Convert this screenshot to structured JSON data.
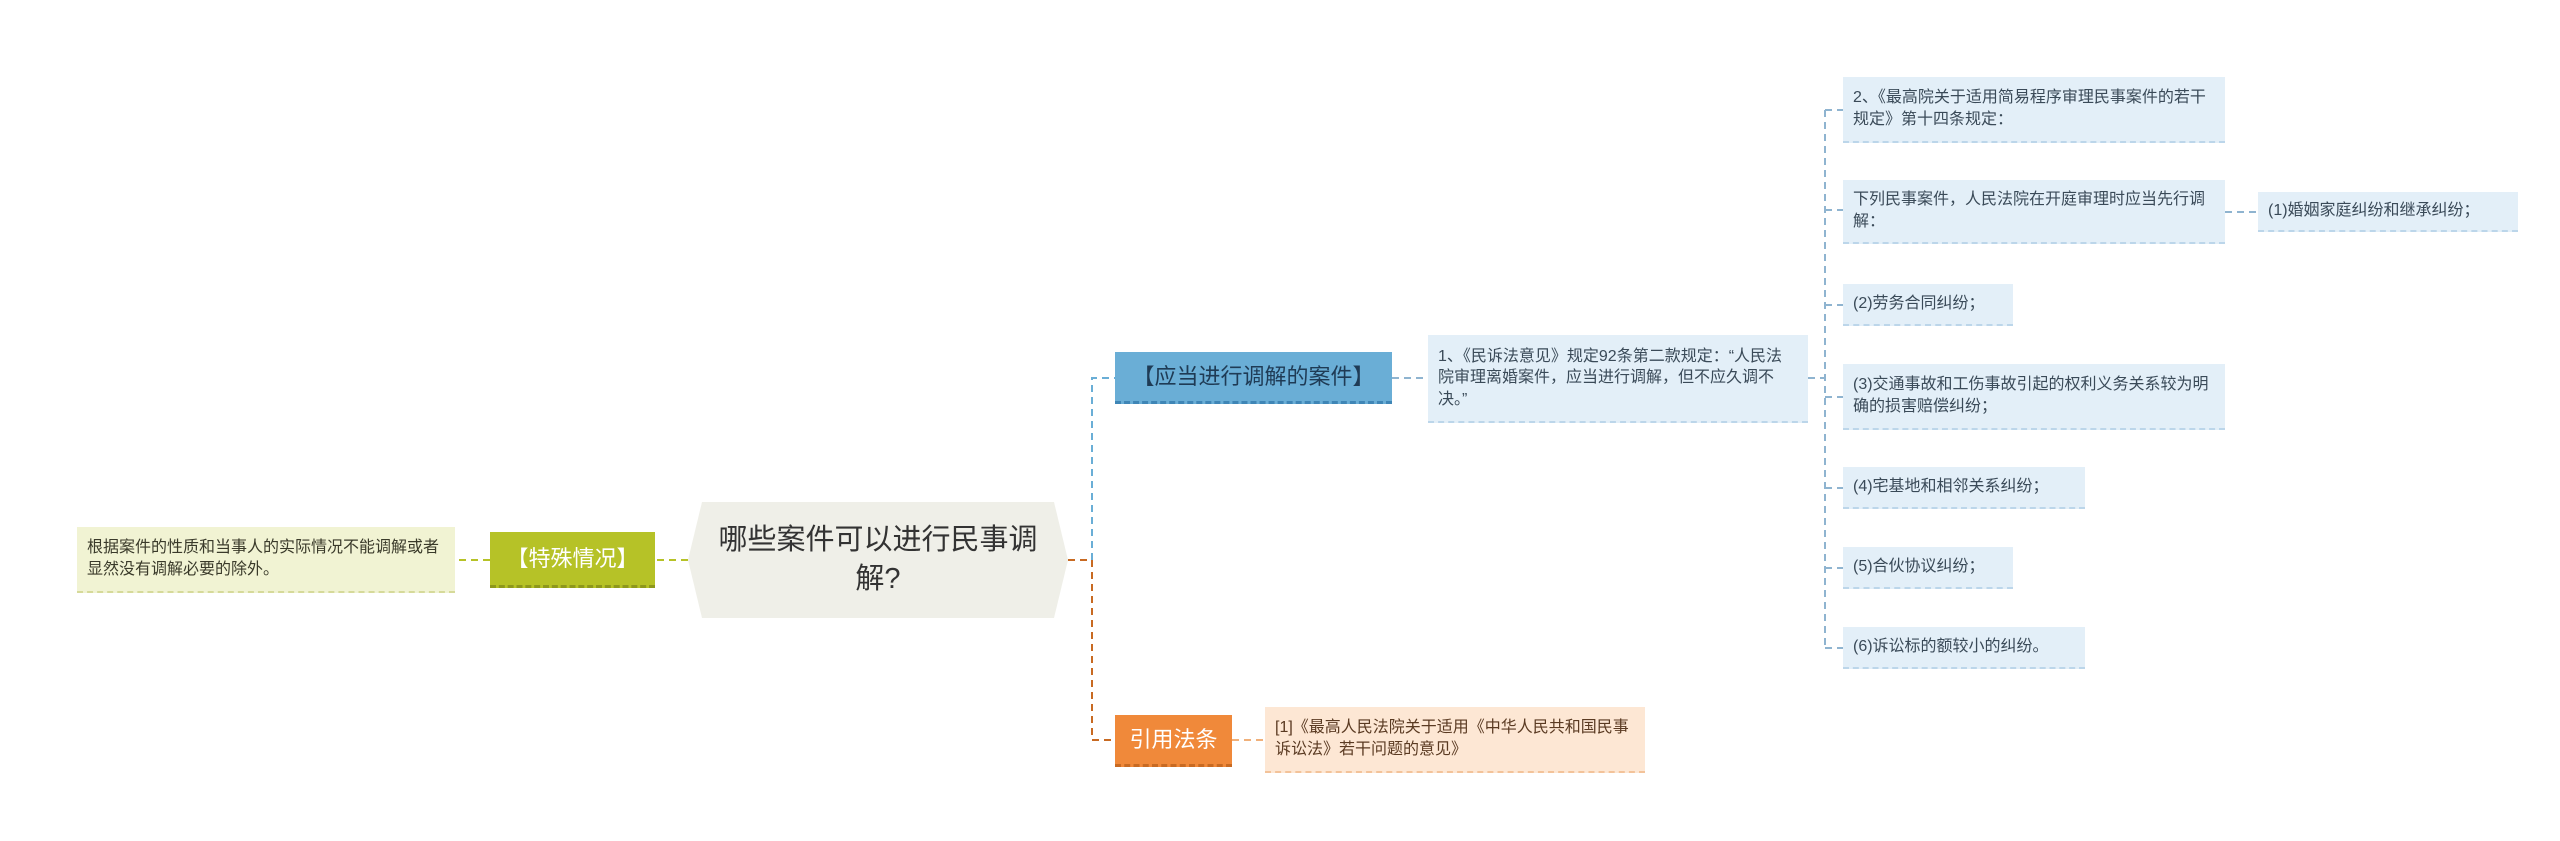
{
  "root": {
    "label": "哪些案件可以进行民事调解?"
  },
  "branches": {
    "should_mediate": {
      "label": "【应当进行调解的案件】",
      "child": "1、《民诉法意见》规定92条第二款规定：“人民法院审理离婚案件，应当进行调解，但不应久调不决。”",
      "items": [
        "2、《最高院关于适用简易程序审理民事案件的若干规定》第十四条规定：",
        "下列民事案件，人民法院在开庭审理时应当先行调解：",
        "(2)劳务合同纠纷；",
        "(3)交通事故和工伤事故引起的权利义务关系较为明确的损害赔偿纠纷；",
        "(4)宅基地和相邻关系纠纷；",
        "(5)合伙协议纠纷；",
        "(6)诉讼标的额较小的纠纷。"
      ],
      "sub_item": "(1)婚姻家庭纠纷和继承纠纷；"
    },
    "special": {
      "label": "【特殊情况】",
      "child": "根据案件的性质和当事人的实际情况不能调解或者显然没有调解必要的除外。"
    },
    "cited_law": {
      "label": "引用法条",
      "child": "[1]《最高人民法院关于适用《中华人民共和国民事诉讼法》若干问题的意见》"
    }
  },
  "colors": {
    "blue_branch": "#6aaed6",
    "green_branch": "#b6c227",
    "orange_branch": "#f0893a",
    "root_bg": "#efefe8"
  }
}
